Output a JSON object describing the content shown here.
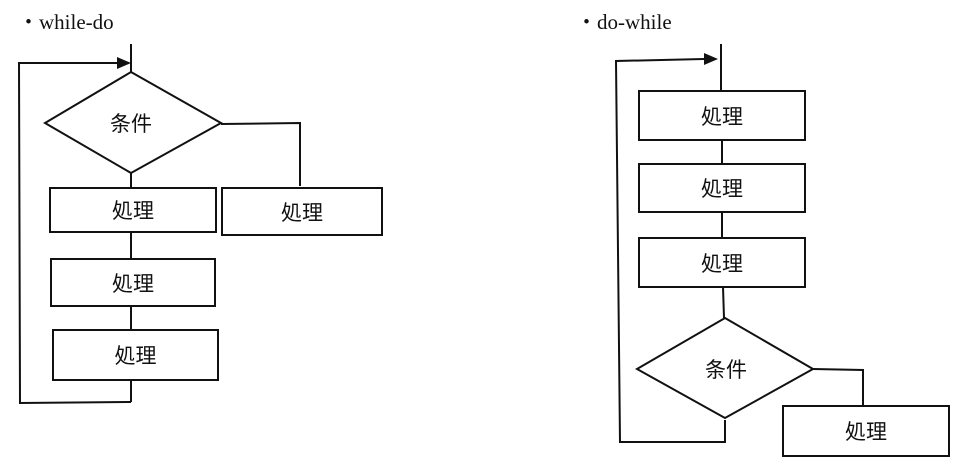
{
  "while_do": {
    "heading": "・while-do",
    "condition": "条件",
    "exit_process": "処理",
    "body": [
      "処理",
      "処理",
      "処理"
    ]
  },
  "do_while": {
    "heading": "・do-while",
    "body": [
      "処理",
      "処理",
      "処理"
    ],
    "condition": "条件",
    "exit_process": "処理"
  }
}
